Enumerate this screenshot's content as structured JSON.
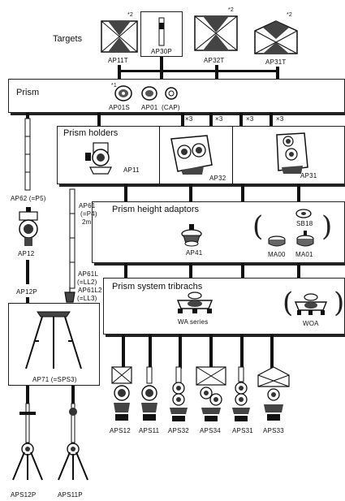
{
  "targets": {
    "title": "Targets",
    "items": [
      {
        "id": "AP11T",
        "note": "*2"
      },
      {
        "id": "AP30P",
        "note": ""
      },
      {
        "id": "AP32T",
        "note": "*2"
      },
      {
        "id": "AP31T",
        "note": "*2"
      }
    ]
  },
  "prism": {
    "title": "Prism",
    "items": [
      {
        "id": "AP01S",
        "note": "*1"
      },
      {
        "id": "AP01",
        "note": ""
      },
      {
        "id": "(CAP)",
        "note": ""
      }
    ]
  },
  "holders": {
    "title": "Prism holders",
    "items": [
      "AP11",
      "AP32",
      "AP31"
    ],
    "multipliers": [
      "×3",
      "×3",
      "×3",
      "×3"
    ]
  },
  "adaptors": {
    "title": "Prism height adaptors",
    "items": [
      "AP41",
      "SB18",
      "MA00",
      "MA01"
    ]
  },
  "tribrachs": {
    "title": "Prism system tribrachs",
    "items": [
      "WA series",
      "WOA"
    ]
  },
  "left_column": {
    "ap62": "AP62 (=P5)",
    "ap12": "AP12",
    "ap12p": "AP12P",
    "ap71": "AP71 (=SPS3)",
    "ap61": [
      "AP61",
      "(=P4)",
      "2m"
    ],
    "ap61l": [
      "AP61L",
      "(=LL2)",
      "AP61L2",
      "(=LL3)"
    ]
  },
  "assemblies": [
    "APS12",
    "APS11",
    "APS32",
    "APS34",
    "APS31",
    "APS33"
  ],
  "poles": [
    "APS12P",
    "APS11P"
  ]
}
